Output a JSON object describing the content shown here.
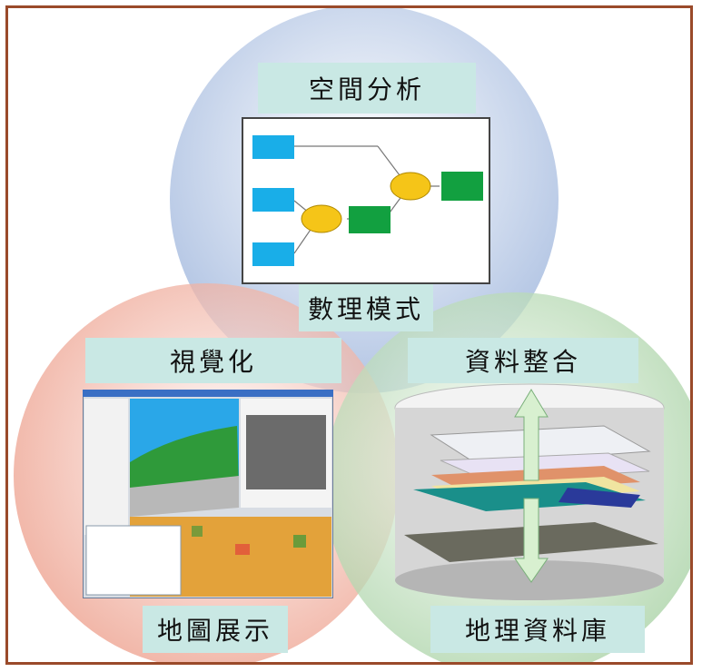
{
  "colors": {
    "frame": "#9a4a2a",
    "circle_top": "#a8bde0",
    "circle_left": "#ec9a86",
    "circle_right": "#a3cf9f",
    "label_bg": "#c9e8e4",
    "flow_box_blue": "#19aee8",
    "flow_box_green": "#12a040",
    "flow_ellipse": "#f5c518"
  },
  "labels": {
    "spatial_analysis": "空間分析",
    "math_model": "數理模式",
    "visualization": "視覺化",
    "map_display": "地圖展示",
    "data_integration": "資料整合",
    "geodatabase": "地理資料庫"
  }
}
